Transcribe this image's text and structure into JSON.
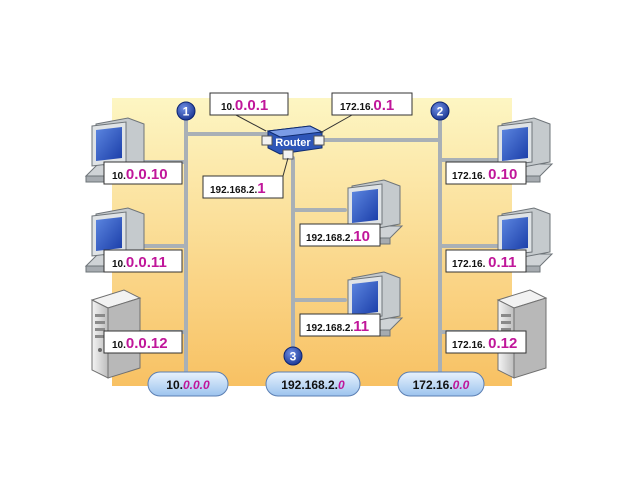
{
  "router": {
    "label": "Router",
    "iface1": {
      "prefix": "10.",
      "host": "0.0.1"
    },
    "iface2": {
      "prefix": "172.16.",
      "host": "0.1"
    },
    "iface3": {
      "prefix": "192.168.2.",
      "host": "1"
    }
  },
  "networks": [
    {
      "badge": "1",
      "prefix": "10.",
      "host": "0.0.0"
    },
    {
      "badge": "3",
      "prefix": "192.168.2.",
      "host": "0"
    },
    {
      "badge": "2",
      "prefix": "172.16.",
      "host": "0.0"
    }
  ],
  "hosts": {
    "left": [
      {
        "prefix": "10.",
        "host": "0.0.10",
        "icon": "computer-icon"
      },
      {
        "prefix": "10.",
        "host": "0.0.11",
        "icon": "computer-icon"
      },
      {
        "prefix": "10.",
        "host": "0.0.12",
        "icon": "server-icon"
      }
    ],
    "middle": [
      {
        "prefix": "192.168.2.",
        "host": "10",
        "icon": "computer-icon"
      },
      {
        "prefix": "192.168.2.",
        "host": "11",
        "icon": "computer-icon"
      }
    ],
    "right": [
      {
        "prefix": "172.16. ",
        "host": "0.10",
        "icon": "computer-icon"
      },
      {
        "prefix": "172.16. ",
        "host": "0.11",
        "icon": "computer-icon"
      },
      {
        "prefix": "172.16. ",
        "host": "0.12",
        "icon": "server-icon"
      }
    ]
  },
  "colors": {
    "host_part": "#c0169a",
    "background_top": "#fdf3b4",
    "background_bottom": "#f9c36a",
    "bus": "#a9b0b6",
    "badge": "#1f3fa8"
  }
}
